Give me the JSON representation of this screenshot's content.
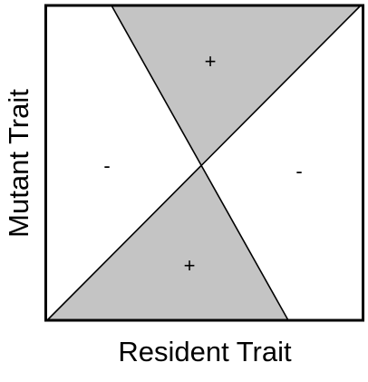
{
  "diagram": {
    "x_axis_label": "Resident Trait",
    "y_axis_label": "Mutant Trait",
    "regions": [
      {
        "id": "top",
        "sign": "+",
        "shaded": true
      },
      {
        "id": "bottom",
        "sign": "+",
        "shaded": true
      },
      {
        "id": "left",
        "sign": "-",
        "shaded": false
      },
      {
        "id": "right",
        "sign": "-",
        "shaded": false
      }
    ],
    "colors": {
      "shade": "#c4c4c4",
      "line": "#000000",
      "background": "#ffffff"
    }
  }
}
